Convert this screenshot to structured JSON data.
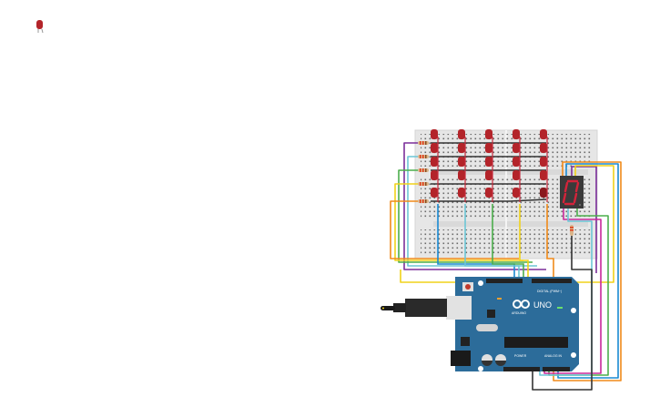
{
  "canvas": {
    "background": "#ffffff"
  },
  "palette": {
    "component_icon": "LED",
    "led_red": "#b3242a",
    "led_dark": "#8a1a1f",
    "breadboard": "#e6e6e6",
    "breadboard_hole": "#5a5a5a",
    "arduino_blue": "#2c6c9a",
    "arduino_edge": "#245a80",
    "segment_body": "#3a3a3a",
    "segment_on": "#d2243a",
    "wire_purple": "#7b2f9a",
    "wire_cyan": "#6cc6d6",
    "wire_green": "#4cae4c",
    "wire_yellow": "#f0d21a",
    "wire_orange": "#f08a1a",
    "wire_blue": "#1a8ad2",
    "wire_magenta": "#c8289a",
    "wire_black": "#333333"
  },
  "arduino": {
    "brand": "ARDUINO",
    "model": "UNO",
    "digital_label": "DIGITAL (PWM~)",
    "power_label": "POWER",
    "analog_label": "ANALOG IN",
    "tx_label": "TX",
    "rx_label": "RX",
    "l_label": "L",
    "on_label": "ON"
  },
  "seven_segment": {
    "digit": "0"
  },
  "led_matrix": {
    "rows": 5,
    "cols": 5
  }
}
